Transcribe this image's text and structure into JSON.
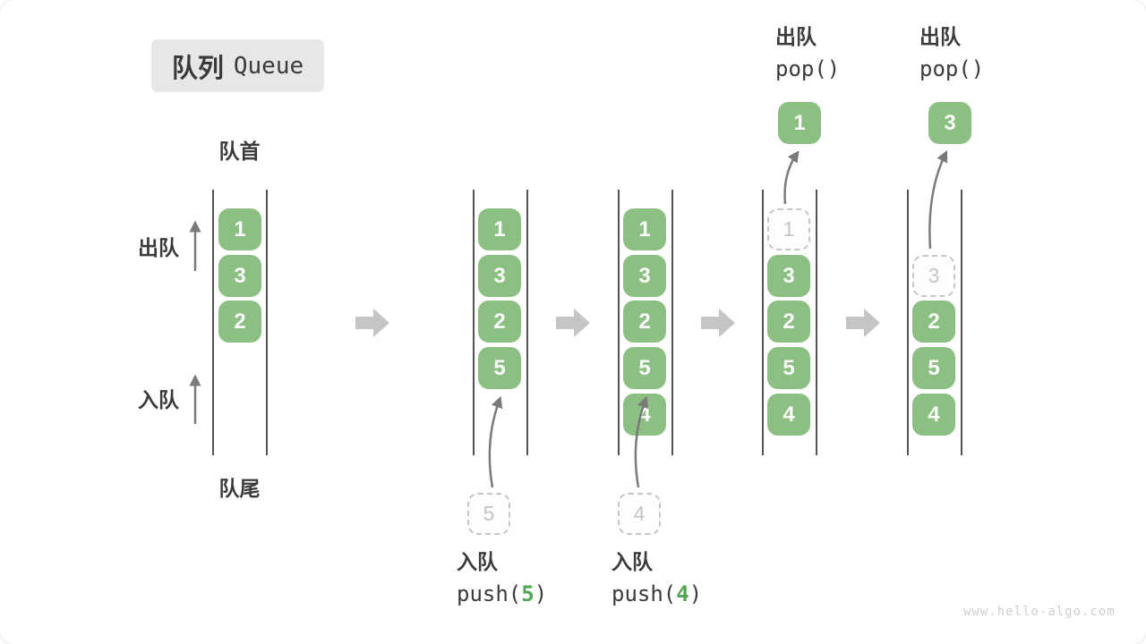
{
  "title": {
    "zh": "队列",
    "en": "Queue"
  },
  "labels": {
    "front": "队首",
    "rear": "队尾",
    "dequeue": "出队",
    "enqueue": "入队"
  },
  "operations": {
    "push5": {
      "label": "入队",
      "code_pre": "push(",
      "arg": "5",
      "code_post": ")"
    },
    "push4": {
      "label": "入队",
      "code_pre": "push(",
      "arg": "4",
      "code_post": ")"
    },
    "pop_first": {
      "label": "出队",
      "code": "pop()",
      "popped_value": "1"
    },
    "pop_second": {
      "label": "出队",
      "code": "pop()",
      "popped_value": "3"
    }
  },
  "states": {
    "s1": {
      "cells": [
        "1",
        "3",
        "2"
      ]
    },
    "s2": {
      "cells": [
        "1",
        "3",
        "2",
        "5"
      ],
      "incoming": "5"
    },
    "s3": {
      "cells": [
        "1",
        "3",
        "2",
        "5",
        "4"
      ],
      "incoming": "4"
    },
    "s4": {
      "cells": [
        "3",
        "2",
        "5",
        "4"
      ],
      "removed": "1"
    },
    "s5": {
      "cells": [
        "2",
        "5",
        "4"
      ],
      "removed": "3"
    }
  },
  "watermark": "www.hello-algo.com",
  "colors": {
    "cell_green": "#8cc083",
    "arg_green": "#53a653",
    "flow_arrow_gray": "#c5c5c5",
    "ghost_gray": "#c4c4c4",
    "wall_gray": "#535353",
    "text_dark": "#3b3b3b"
  }
}
